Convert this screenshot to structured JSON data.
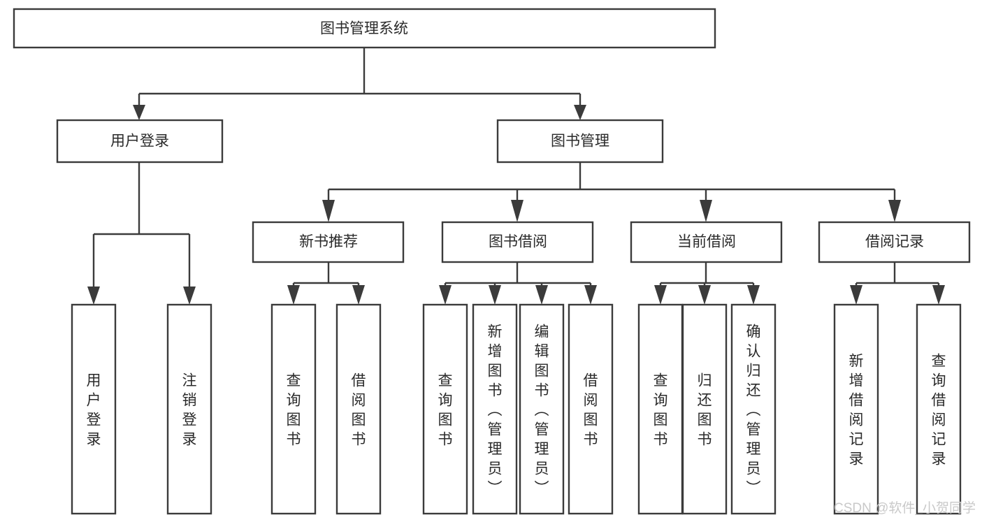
{
  "diagram": {
    "type": "hierarchy-tree",
    "title": "图书管理系统",
    "orientation": "top-down",
    "levels": 3,
    "root": {
      "id": "root",
      "label": "图书管理系统"
    },
    "level2": [
      {
        "id": "user-login",
        "label": "用户登录"
      },
      {
        "id": "book-management",
        "label": "图书管理"
      }
    ],
    "level3": [
      {
        "id": "new-book-recommend",
        "label": "新书推荐",
        "parent": "book-management"
      },
      {
        "id": "book-borrow",
        "label": "图书借阅",
        "parent": "book-management"
      },
      {
        "id": "current-borrow",
        "label": "当前借阅",
        "parent": "book-management"
      },
      {
        "id": "borrow-record",
        "label": "借阅记录",
        "parent": "book-management"
      }
    ],
    "leaves": [
      {
        "id": "leaf-user-login",
        "label": "用户登录",
        "parent": "user-login"
      },
      {
        "id": "leaf-logout-login",
        "label": "注销登录",
        "parent": "user-login"
      },
      {
        "id": "leaf-query-book-1",
        "label": "查询图书",
        "parent": "new-book-recommend"
      },
      {
        "id": "leaf-borrow-book-1",
        "label": "借阅图书",
        "parent": "new-book-recommend"
      },
      {
        "id": "leaf-query-book-2",
        "label": "查询图书",
        "parent": "book-borrow"
      },
      {
        "id": "leaf-add-book-admin",
        "label": "新增图书（管理员）",
        "parent": "book-borrow"
      },
      {
        "id": "leaf-edit-book-admin",
        "label": "编辑图书（管理员）",
        "parent": "book-borrow"
      },
      {
        "id": "leaf-borrow-book-2",
        "label": "借阅图书",
        "parent": "book-borrow"
      },
      {
        "id": "leaf-query-book-3",
        "label": "查询图书",
        "parent": "current-borrow"
      },
      {
        "id": "leaf-return-book",
        "label": "归还图书",
        "parent": "current-borrow"
      },
      {
        "id": "leaf-confirm-return-admin",
        "label": "确认归还（管理员）",
        "parent": "current-borrow"
      },
      {
        "id": "leaf-add-borrow-record",
        "label": "新增借阅记录",
        "parent": "borrow-record"
      },
      {
        "id": "leaf-query-borrow-record",
        "label": "查询借阅记录",
        "parent": "borrow-record"
      }
    ]
  },
  "watermark": {
    "text": "CSDN @软件_小贺同学"
  },
  "colors": {
    "box_stroke": "#3b3b3b",
    "box_fill": "#ffffff",
    "text": "#2a2a2a",
    "connector": "#3b3b3b",
    "watermark": "#c9c9c9",
    "background": "#ffffff"
  }
}
